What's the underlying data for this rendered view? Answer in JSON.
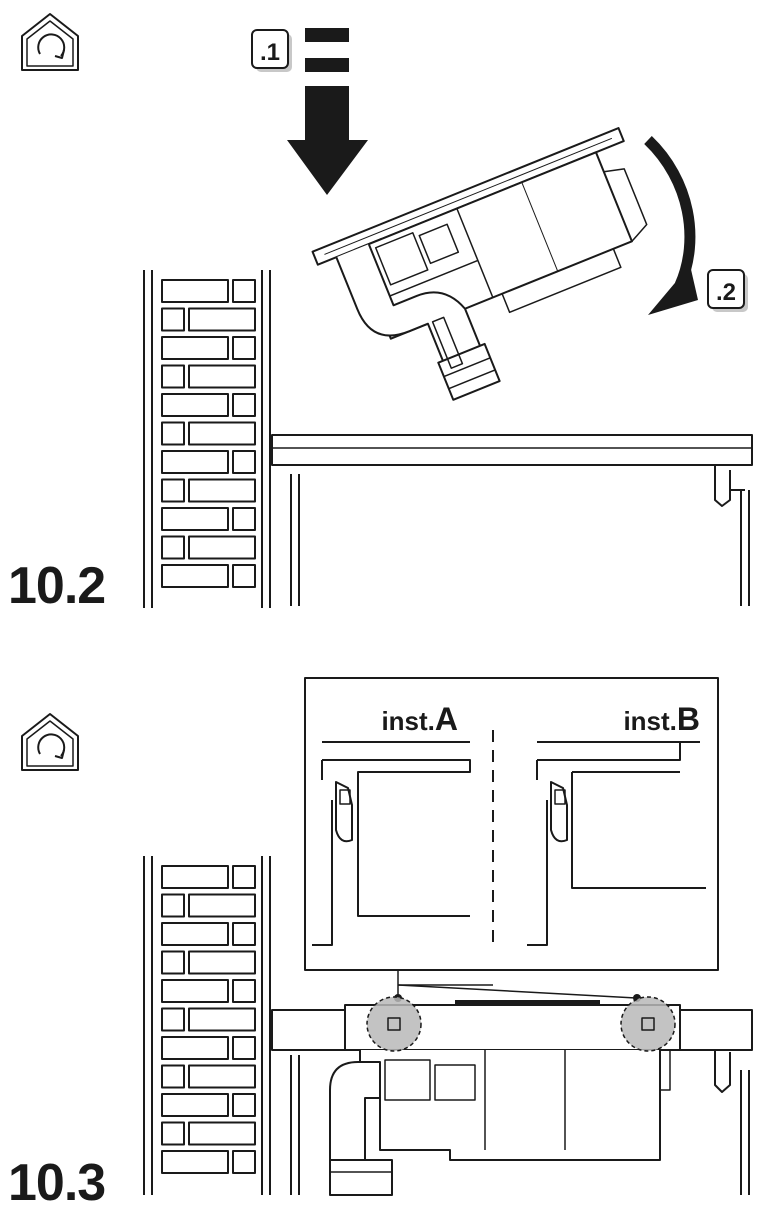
{
  "figures": [
    {
      "id": "10.2",
      "label": "10.2",
      "icon": "rotate-house-icon",
      "callouts": [
        ".1",
        ".2"
      ]
    },
    {
      "id": "10.3",
      "label": "10.3",
      "icon": "rotate-house-icon",
      "inset": {
        "left_label": "inst.",
        "left_letter": "A",
        "right_label": "inst.",
        "right_letter": "B"
      }
    }
  ],
  "colors": {
    "line": "#1a1a1a",
    "highlight_fill": "#b8b8b8"
  }
}
